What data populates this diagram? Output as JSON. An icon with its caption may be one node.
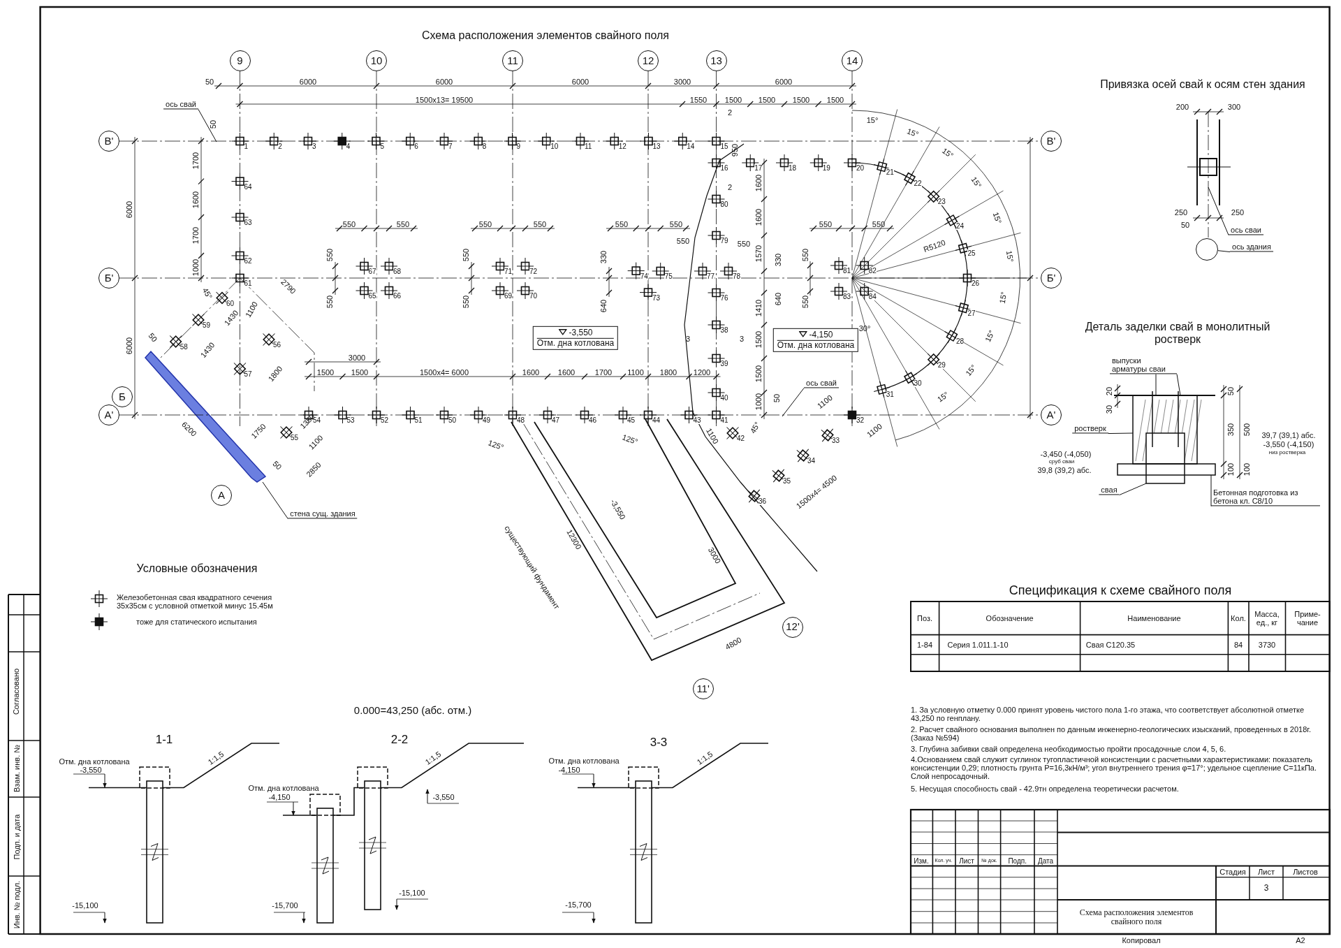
{
  "diagram": {
    "title": "Схема расположения элементов свайного поля",
    "nodes": [
      {
        "text": [
          "9"
        ]
      },
      {
        "text": [
          "10"
        ]
      },
      {
        "text": [
          "11"
        ]
      },
      {
        "text": [
          "12"
        ]
      },
      {
        "text": [
          "13"
        ]
      },
      {
        "text": [
          "14"
        ]
      },
      {
        "text": [
          "В'"
        ]
      },
      {
        "text": [
          "В'"
        ]
      },
      {
        "text": [
          "Б'"
        ]
      },
      {
        "text": [
          "Б'"
        ]
      },
      {
        "text": [
          "Б"
        ]
      },
      {
        "text": [
          "А'"
        ]
      },
      {
        "text": [
          "А'"
        ]
      },
      {
        "text": [
          "А"
        ]
      },
      {
        "text": [
          "ось свай"
        ]
      },
      {
        "text": [
          "-3,550",
          "Отм. дна котлована"
        ]
      },
      {
        "text": [
          "-4,150",
          "Отм. дна котлована"
        ]
      },
      {
        "text": [
          "ось свай"
        ]
      },
      {
        "text": [
          "12'"
        ]
      },
      {
        "text": [
          "11'"
        ]
      },
      {
        "text": [
          "стена сущ. здания"
        ]
      },
      {
        "text": [
          "ось сваи"
        ]
      },
      {
        "text": [
          "ось здания"
        ]
      },
      {
        "text": [],
        "shape": "circle"
      },
      {
        "text": [
          "выпуски арматуры сваи"
        ]
      },
      {
        "text": [
          "ростверк"
        ]
      },
      {
        "text": [
          "свая"
        ]
      },
      {
        "text": [
          "Бетонная подготовка из бетона кл. C8/10"
        ]
      },
      {
        "text": [],
        "shape": "box"
      },
      {
        "text": [],
        "shape": "bar"
      }
    ],
    "edges": [
      {
        "from": 14,
        "to": null,
        "arrow": "none"
      },
      {
        "from": 17,
        "to": null,
        "arrow": "none"
      },
      {
        "from": 20,
        "to": null,
        "arrow": "none"
      },
      {
        "from": 21,
        "to": null,
        "arrow": "none"
      },
      {
        "from": 22,
        "to": 23,
        "arrow": "none"
      },
      {
        "from": 24,
        "to": null,
        "arrow": "none"
      },
      {
        "from": 24,
        "to": null,
        "arrow": "none"
      },
      {
        "from": 25,
        "to": null,
        "arrow": "none"
      },
      {
        "from": 26,
        "to": 28,
        "arrow": "none"
      },
      {
        "from": 27,
        "to": 29,
        "arrow": "none"
      }
    ],
    "labels": [
      "1",
      "2",
      "3",
      "4",
      "5",
      "6",
      "7",
      "8",
      "9",
      "10",
      "11",
      "12",
      "13",
      "14",
      "15",
      "16",
      "17",
      "18",
      "19",
      "20",
      "21",
      "22",
      "23",
      "24",
      "25",
      "26",
      "27",
      "28",
      "29",
      "30",
      "31",
      "32",
      "33",
      "34",
      "35",
      "36",
      "38",
      "39",
      "40",
      "41",
      "42",
      "54",
      "53",
      "52",
      "51",
      "50",
      "49",
      "48",
      "47",
      "46",
      "45",
      "44",
      "43",
      "55",
      "56",
      "57",
      "58",
      "59",
      "60",
      "61",
      "62",
      "63",
      "64",
      "65",
      "66",
      "67",
      "68",
      "69",
      "70",
      "71",
      "72",
      "73",
      "74",
      "75",
      "76",
      "77",
      "78",
      "79",
      "80",
      "81",
      "82",
      "83",
      "84",
      "50",
      "6000",
      "6000",
      "6000",
      "3000",
      "6000",
      "1500x13= 19500",
      "1550",
      "1500",
      "1500",
      "1500",
      "1500",
      "2",
      "950",
      "2",
      "50",
      "1700",
      "1600",
      "1700",
      "1000",
      "6000",
      "6000",
      "550",
      "550",
      "550",
      "550",
      "550",
      "550",
      "550",
      "550",
      "550",
      "550",
      "330",
      "640",
      "550",
      "550",
      "1600",
      "1600",
      "1570",
      "330",
      "640",
      "1410",
      "1500",
      "1500",
      "1000",
      "3",
      "3",
      "550",
      "550",
      "550",
      "550",
      "R5120",
      "15°",
      "15°",
      "15°",
      "15°",
      "15°",
      "15°",
      "15°",
      "15°",
      "15°",
      "15°",
      "30°",
      "45°",
      "45°",
      "2790",
      "1100",
      "1430",
      "1430",
      "1800",
      "50",
      "3000",
      "1500",
      "1500",
      "1500x4= 6000",
      "1600",
      "1600",
      "1700",
      "1100",
      "1800",
      "1200",
      "6200",
      "1750",
      "1350",
      "1100",
      "50",
      "2850",
      "125°",
      "125°",
      "-3,550",
      "12300",
      "существующий фундамент",
      "3000",
      "4800",
      "1500x4= 4500",
      "1100",
      "50",
      "1100",
      "1100",
      "Условные обозначения",
      "0.000=43,250 (абс. отм.)",
      "1-1",
      "Отм. дна котлована",
      "-3,550",
      "1:1,5",
      "-15,100",
      "2-2",
      "1:1,5",
      "Отм. дна котлована",
      "-4,150",
      "-3,550",
      "-15,100",
      "-15,700",
      "3-3",
      "Отм. дна котлована",
      "-4,150",
      "1:1,5",
      "-15,700",
      "Привязка осей свай к осям стен здания",
      "200",
      "300",
      "250",
      "250",
      "50",
      "Деталь заделки свай в монолитный ростверк",
      "20",
      "30",
      "50",
      "350",
      "100",
      "500",
      "100",
      "-3,450 (-4,050)",
      "сруб сваи",
      "39,8 (39,2) абс.",
      "39,7 (39,1) абс.",
      "-3,550 (-4,150)",
      "низ ростверка",
      "Спецификация к схеме свайного поля",
      "Поз.",
      "Обозначение",
      "Наименование",
      "Кол.",
      "Масса, ед., кг",
      "Приме- чание",
      "1-84",
      "Серия 1.011.1-10",
      "Свая С120.35",
      "84",
      "3730",
      "1. За условную отметку 0.000 принят уровень чистого пола 1-го этажа, что соответствует абсолютной отметке 43,250 по генплану.",
      "2. Расчет свайного основания выполнен по данным инженерно-геологических изысканий, проведенных в 2018г. (Заказ №594)",
      "3. Глубина забивки свай определена необходимостью пройти просадочные слои 4, 5, 6.",
      "4.Основанием свай служит суглинок тугопластичной консистенции с расчетными характеристиками: показатель консистенции 0,29; плотность грунта Р=16,3кН/м³; угол внутреннего трения φ=17°; удельное сцепление С=11кПа. Слой непросадочный.",
      "5. Несущая способность свай - 42.9тн определена теоретически расчетом.",
      "Изм.",
      "Кол. уч.",
      "Лист",
      "№ док.",
      "Подп.",
      "Дата",
      "Стадия",
      "Лист",
      "Листов",
      "3",
      "Схема расположения элементов свайного поля",
      "Копировал",
      "А2",
      "Согласовано",
      "Взам. инв. №",
      "Подп. и дата",
      "Инв. № подл."
    ],
    "legend": [
      {
        "text": "Железобетонная свая квадратного сечения 35х35см с условной отметкой минус 15.45м"
      },
      {
        "text": "тоже для статического испытания"
      }
    ]
  }
}
